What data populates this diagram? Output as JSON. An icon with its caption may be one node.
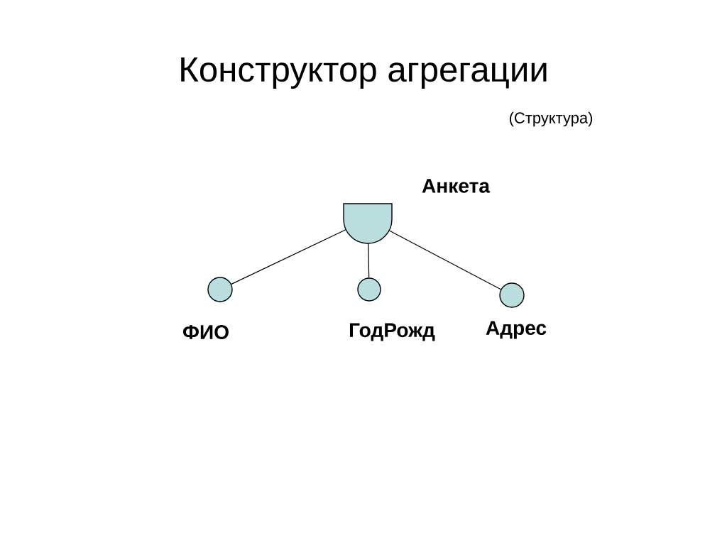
{
  "diagram": {
    "title": "Конструктор агрегации",
    "nodes": [
      {
        "text": [
          "Анкета"
        ]
      },
      {
        "text": [
          "ФИО"
        ]
      },
      {
        "text": [
          "ГодРожд"
        ]
      },
      {
        "text": [
          "Адрес"
        ]
      }
    ],
    "edges": [
      {
        "from": 0,
        "to": 1,
        "arrow": "none"
      },
      {
        "from": 0,
        "to": 2,
        "arrow": "none"
      },
      {
        "from": 0,
        "to": 3,
        "arrow": "none"
      }
    ],
    "labels": [
      "(Структура)"
    ]
  }
}
